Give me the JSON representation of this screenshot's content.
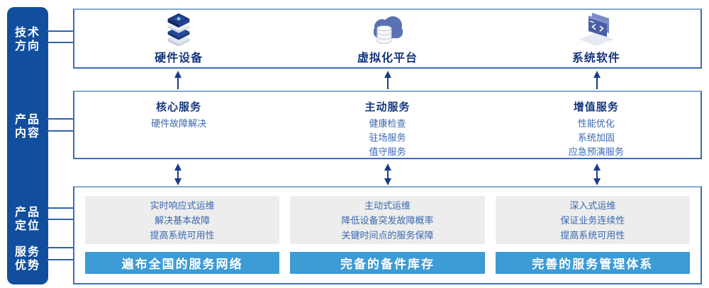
{
  "colors": {
    "sidebar_blue": "#114E9E",
    "panel_border_blue": "#3B6EB4",
    "title_navy": "#15357E",
    "item_text_blue": "#3A68AE",
    "arrow_navy": "#1B3C8C",
    "gray_panel": "#EDEDED",
    "advantage_bar_blue": "#3D9BD5"
  },
  "sidebar": {
    "items": [
      {
        "label": "技术方向"
      },
      {
        "label": "产品内容"
      },
      {
        "label": "产品定位"
      },
      {
        "label": "服务优势"
      }
    ]
  },
  "tech_row": {
    "columns": [
      {
        "icon": "hardware-stack-icon",
        "label": "硬件设备"
      },
      {
        "icon": "cloud-database-icon",
        "label": "虚拟化平台"
      },
      {
        "icon": "software-window-icon",
        "label": "系统软件"
      }
    ]
  },
  "content_row": {
    "columns": [
      {
        "title": "核心服务",
        "items": [
          "硬件故障解决"
        ]
      },
      {
        "title": "主动服务",
        "items": [
          "健康检查",
          "驻场服务",
          "值守服务"
        ]
      },
      {
        "title": "增值服务",
        "items": [
          "性能优化",
          "系统加固",
          "应急预演服务"
        ]
      }
    ]
  },
  "position_row": {
    "columns": [
      {
        "lines": [
          "实时响应式运维",
          "解决基本故障",
          "提高系统可用性"
        ],
        "bar": "遍布全国的服务网络"
      },
      {
        "lines": [
          "主动式运维",
          "降低设备突发故障概率",
          "关键时间点的服务保障"
        ],
        "bar": "完备的备件库存"
      },
      {
        "lines": [
          "深入式运维",
          "保证业务连续性",
          "提高系统可用性"
        ],
        "bar": "完善的服务管理体系"
      }
    ]
  }
}
